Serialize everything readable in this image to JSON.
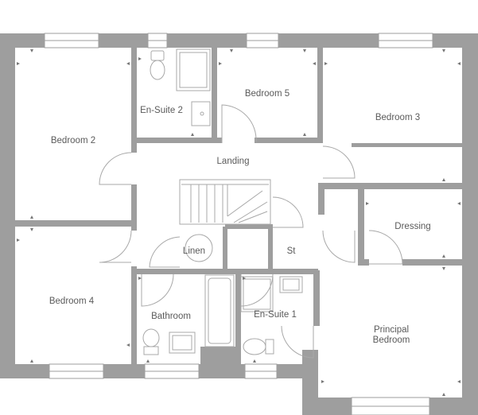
{
  "rooms": {
    "bedroom2": "Bedroom 2",
    "ensuite2": "En-Suite 2",
    "bedroom5": "Bedroom 5",
    "bedroom3": "Bedroom 3",
    "landing": "Landing",
    "dressing": "Dressing",
    "linen": "Linen",
    "st": "St",
    "bedroom4": "Bedroom 4",
    "bathroom": "Bathroom",
    "ensuite1": "En-Suite 1",
    "principal_line1": "Principal",
    "principal_line2": "Bedroom"
  }
}
